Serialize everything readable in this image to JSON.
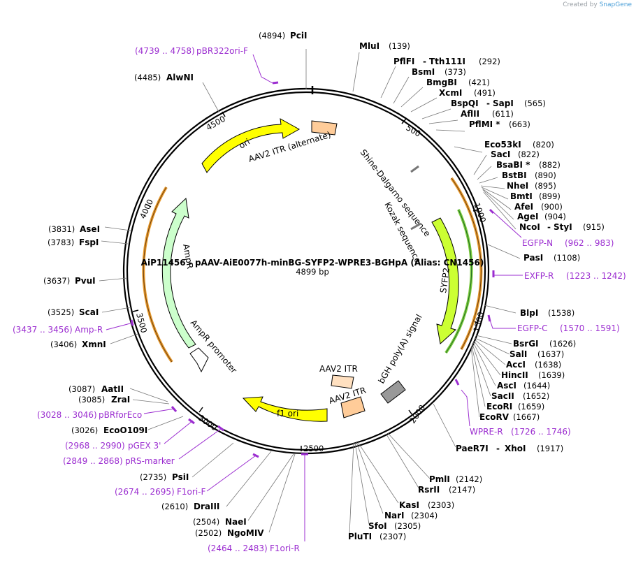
{
  "credit": {
    "created_by": "Created by",
    "brand": "SnapGene"
  },
  "plasmid": {
    "title": "AiP11456 - pAAV-AiE0077h-minBG-SYFP2-WPRE3-BGHpA (Alias: CN1456)",
    "length_label": "4899 bp",
    "length": 4899
  },
  "ticks": [
    "500",
    "1000",
    "1500",
    "2000",
    "2500",
    "3000",
    "3500",
    "4000",
    "4500"
  ],
  "enzymes": [
    {
      "pos": "(4894)",
      "name": "PciI"
    },
    {
      "pos": "(4485)",
      "name": "AlwNI"
    },
    {
      "name": "MluI",
      "pos": "(139)"
    },
    {
      "name": "PflFI",
      "name2": "Tth111I",
      "pos": "(292)"
    },
    {
      "name": "BsmI",
      "pos": "(373)"
    },
    {
      "name": "BmgBI",
      "pos": "(421)"
    },
    {
      "name": "XcmI",
      "pos": "(491)"
    },
    {
      "name": "BspQI",
      "name2": "SapI",
      "pos": "(565)"
    },
    {
      "name": "AflII",
      "pos": "(611)"
    },
    {
      "name": "PflMI *",
      "pos": "(663)"
    },
    {
      "name": "Eco53kI",
      "pos": "(820)"
    },
    {
      "name": "SacI",
      "pos": "(822)"
    },
    {
      "name": "BsaBI *",
      "pos": "(882)"
    },
    {
      "name": "BstBI",
      "pos": "(890)"
    },
    {
      "name": "NheI",
      "pos": "(895)"
    },
    {
      "name": "BmtI",
      "pos": "(899)"
    },
    {
      "name": "AfeI",
      "pos": "(900)"
    },
    {
      "name": "AgeI",
      "pos": "(904)"
    },
    {
      "name": "NcoI",
      "name2": "StyI",
      "pos": "(915)"
    },
    {
      "name": "PasI",
      "pos": "(1108)"
    },
    {
      "name": "BlpI",
      "pos": "(1538)"
    },
    {
      "name": "BsrGI",
      "pos": "(1626)"
    },
    {
      "name": "SalI",
      "pos": "(1637)"
    },
    {
      "name": "AccI",
      "pos": "(1638)"
    },
    {
      "name": "HincII",
      "pos": "(1639)"
    },
    {
      "name": "AscI",
      "pos": "(1644)"
    },
    {
      "name": "SacII",
      "pos": "(1652)"
    },
    {
      "name": "EcoRI",
      "pos": "(1659)"
    },
    {
      "name": "EcoRV",
      "pos": "(1667)"
    },
    {
      "name": "PaeR7I",
      "name2": "XhoI",
      "pos": "(1917)"
    },
    {
      "name": "PmlI",
      "pos": "(2142)"
    },
    {
      "name": "RsrII",
      "pos": "(2147)"
    },
    {
      "name": "KasI",
      "pos": "(2303)"
    },
    {
      "name": "NarI",
      "pos": "(2304)"
    },
    {
      "name": "SfoI",
      "pos": "(2305)"
    },
    {
      "name": "PluTI",
      "pos": "(2307)"
    },
    {
      "pos": "(3831)",
      "name": "AseI"
    },
    {
      "pos": "(3783)",
      "name": "FspI"
    },
    {
      "pos": "(3637)",
      "name": "PvuI"
    },
    {
      "pos": "(3525)",
      "name": "ScaI"
    },
    {
      "pos": "(3406)",
      "name": "XmnI"
    },
    {
      "pos": "(3087)",
      "name": "AatII"
    },
    {
      "pos": "(3085)",
      "name": "ZraI"
    },
    {
      "pos": "(3026)",
      "name": "EcoO109I"
    },
    {
      "pos": "(2735)",
      "name": "PsiI"
    },
    {
      "pos": "(2610)",
      "name": "DraIII"
    },
    {
      "pos": "(2504)",
      "name": "NaeI"
    },
    {
      "pos": "(2502)",
      "name": "NgoMIV"
    }
  ],
  "primers": [
    {
      "range": "(4739 .. 4758)",
      "name": "pBR322ori-F"
    },
    {
      "name": "EGFP-N",
      "range": "(962 .. 983)"
    },
    {
      "name": "EXFP-R",
      "range": "(1223 .. 1242)"
    },
    {
      "name": "EGFP-C",
      "range": "(1570 .. 1591)"
    },
    {
      "name": "WPRE-R",
      "range": "(1726 .. 1746)"
    },
    {
      "range": "(3437 .. 3456)",
      "name": "Amp-R"
    },
    {
      "range": "(3028 .. 3046)",
      "name": "pBRforEco"
    },
    {
      "range": "(2968 .. 2990)",
      "name": "pGEX 3'"
    },
    {
      "range": "(2849 .. 2868)",
      "name": "pRS-marker"
    },
    {
      "range": "(2674 .. 2695)",
      "name": "F1ori-F"
    },
    {
      "range": "(2464 .. 2483)",
      "name": "F1ori-R"
    }
  ],
  "features": [
    {
      "label": "ori",
      "color": "#ffff00"
    },
    {
      "label": "AAV2 ITR (alternate)",
      "color": "#ffcc99"
    },
    {
      "label": "Shine-Dalgarno sequence",
      "color": "#999999"
    },
    {
      "label": "Kozak sequence",
      "color": "#999999"
    },
    {
      "label": "SYFP2",
      "color": "#ccff33"
    },
    {
      "label": "bGH poly(A) signal",
      "color": "#999999"
    },
    {
      "label": "AAV2 ITR",
      "color": "#ffcc99"
    },
    {
      "label": "AAV2 ITR",
      "color": "#ffcc99"
    },
    {
      "label": "f1 ori",
      "color": "#ffff00"
    },
    {
      "label": "AmpR promoter",
      "color": "#ffffff"
    },
    {
      "label": "AmpR",
      "color": "#ccffcc"
    }
  ],
  "colors": {
    "backbone": "#000000",
    "primer": "#9b2dd0",
    "orange_arc": "#e89a2c",
    "green_arc": "#2e8b2e"
  }
}
